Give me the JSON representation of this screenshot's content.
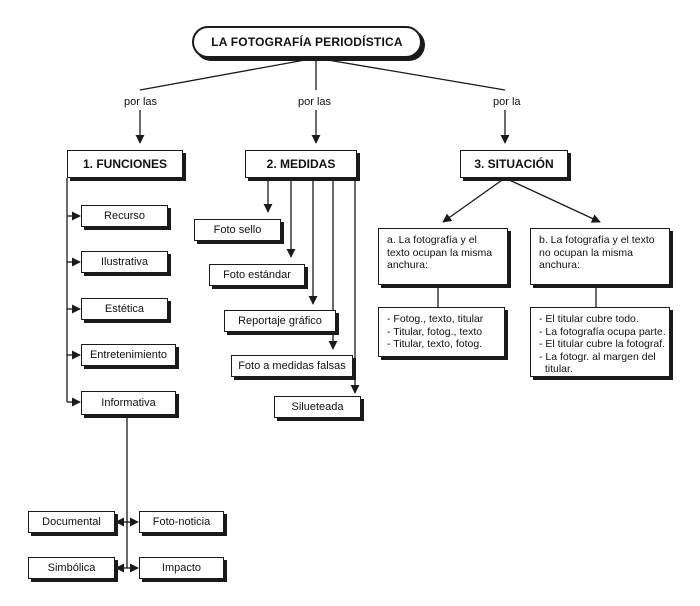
{
  "title": "LA FOTOGRAFÍA PERIODÍSTICA",
  "connectors": {
    "left": "por las",
    "center": "por las",
    "right": "por la"
  },
  "funciones": {
    "heading": "1. FUNCIONES",
    "items": [
      "Recurso",
      "Ilustrativa",
      "Estética",
      "Entretenimiento",
      "Informativa"
    ],
    "informativa_subtypes": [
      "Documental",
      "Foto-noticia",
      "Simbólica",
      "Impacto"
    ]
  },
  "medidas": {
    "heading": "2. MEDIDAS",
    "items": [
      "Foto sello",
      "Foto estándar",
      "Reportaje gráfico",
      "Foto a medidas falsas",
      "Silueteada"
    ]
  },
  "situacion": {
    "heading": "3. SITUACIÓN",
    "case_a": {
      "lines": [
        "a. La fotografía y el",
        "texto ocupan la misma",
        "anchura:"
      ],
      "options": [
        "- Fotog., texto, titular",
        "- Titular, fotog., texto",
        "- Titular, texto, fotog."
      ]
    },
    "case_b": {
      "lines": [
        "b. La fotografía y el texto",
        "no ocupan la misma",
        "anchura:"
      ],
      "options": [
        "- El titular cubre todo.",
        "- La fotografía ocupa parte.",
        "- El titular cubre la fotograf.",
        "- La fotogr. al margen del",
        "  titular."
      ]
    }
  }
}
